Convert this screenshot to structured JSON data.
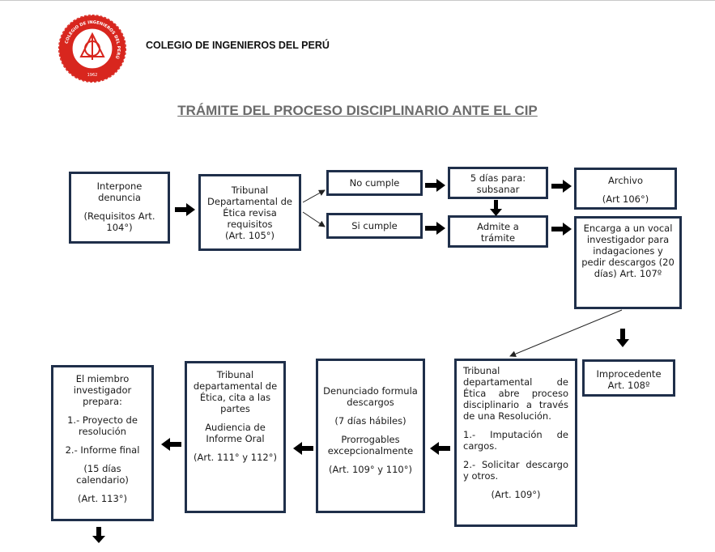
{
  "header": {
    "org_name": "COLEGIO DE INGENIEROS DEL PERÚ",
    "logo_ring_text": "COLEGIO DE INGENIEROS DEL PERÚ",
    "logo_year": "1962",
    "colors": {
      "logo_red": "#d8261e",
      "box_border": "#1f2f4a",
      "title_gray": "#6b6b6b"
    }
  },
  "title": "TRÁMITE DEL PROCESO DISCIPLINARIO ANTE EL CIP",
  "nodes": {
    "interpone": {
      "l1": "Interpone denuncia",
      "l2": "(Requisitos Art. 104°)"
    },
    "tribunal_revisa": {
      "l1": "Tribunal Departamental de Ética revisa requisitos",
      "l2": "(Art. 105°)"
    },
    "no_cumple": {
      "l1": "No cumple"
    },
    "si_cumple": {
      "l1": "Si cumple"
    },
    "subsanar": {
      "l1": "5 días para: subsanar"
    },
    "admite": {
      "l1": "Admite a trámite"
    },
    "archivo": {
      "l1": "Archivo",
      "l2": "(Art 106°)"
    },
    "encarga": {
      "l1": "Encarga a un vocal investigador para indagaciones y pedir descargos (20 días) Art. 107º"
    },
    "improcedente": {
      "l1": "Improcedente Art. 108º"
    },
    "tribunal_abre": {
      "l1": "Tribunal departamental de Ética abre proceso disciplinario a través de una Resolución.",
      "l2": "1.- Imputación de cargos.",
      "l3": "2.- Solicitar descargo y otros.",
      "l4": "(Art. 109°)"
    },
    "denunciado": {
      "l1": "Denunciado formula descargos",
      "l2": "(7 días hábiles)",
      "l3": "Prorrogables excepcionalmente",
      "l4": "(Art. 109° y 110°)"
    },
    "tribunal_cita": {
      "l1": "Tribunal departamental de Ética, cita a las partes",
      "l2": "Audiencia de Informe Oral",
      "l3": "(Art. 111° y 112°)"
    },
    "miembro": {
      "l1": "El miembro investigador prepara:",
      "l2": "1.- Proyecto de resolución",
      "l3": "2.- Informe final",
      "l4": "(15 días calendario)",
      "l5": "(Art. 113°)"
    }
  }
}
